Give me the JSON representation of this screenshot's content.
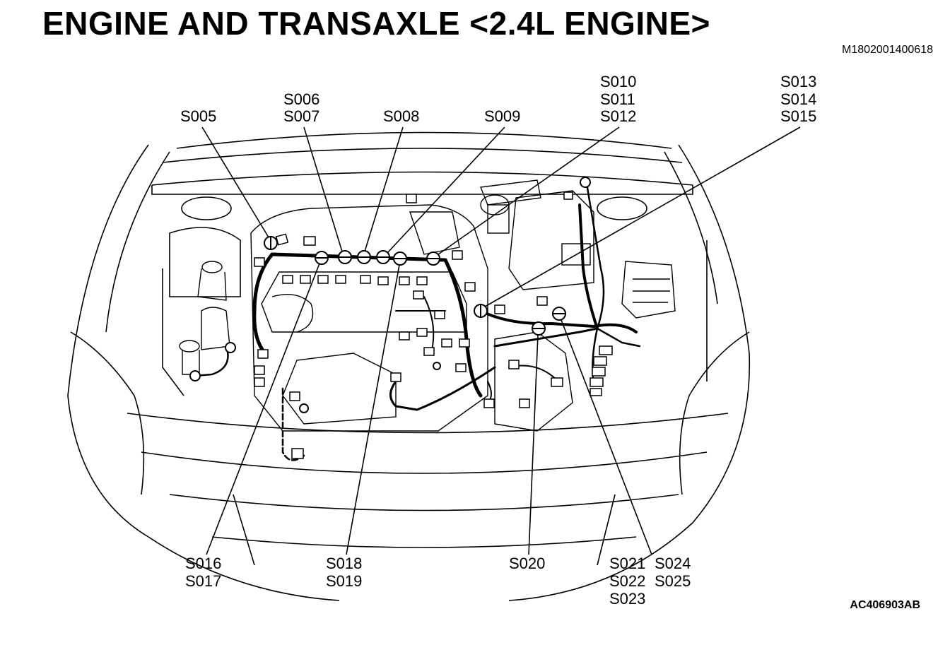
{
  "title": "ENGINE AND TRANSAXLE <2.4L ENGINE>",
  "doc_id": "M1802001400618",
  "figure_id": "AC406903AB",
  "labels": {
    "s005": "S005",
    "s006": "S006",
    "s007": "S007",
    "s008": "S008",
    "s009": "S009",
    "s010": "S010",
    "s011": "S011",
    "s012": "S012",
    "s013": "S013",
    "s014": "S014",
    "s015": "S015",
    "s016": "S016",
    "s017": "S017",
    "s018": "S018",
    "s019": "S019",
    "s020": "S020",
    "s021": "S021",
    "s022": "S022",
    "s023": "S023",
    "s024": "S024",
    "s025": "S025"
  }
}
